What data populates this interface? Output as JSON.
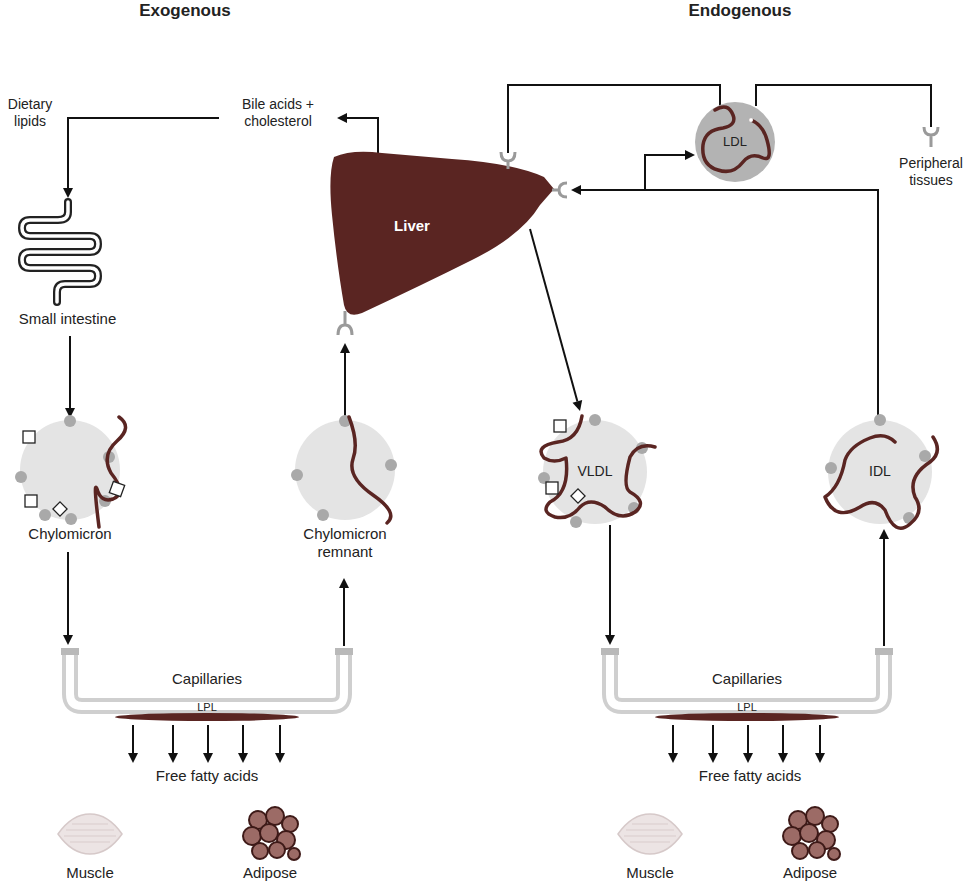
{
  "diagram": {
    "nodes": [
      {
        "text": [
          "Bile acids + cholesterol"
        ]
      },
      {
        "text": [
          "Liver"
        ]
      },
      {
        "text": [
          "LDL"
        ]
      },
      {
        "text": [
          "Peripheral tissues"
        ]
      },
      {
        "text": [
          "Small intestine"
        ]
      },
      {
        "text": [
          "Chylomicron"
        ]
      },
      {
        "text": [
          "Chylomicron remnant"
        ]
      },
      {
        "text": [
          "VLDL"
        ]
      },
      {
        "text": [
          "IDL"
        ]
      },
      {
        "text": [
          "Capillaries",
          "LPL"
        ]
      },
      {
        "text": [
          "Capillaries",
          "LPL"
        ]
      },
      {
        "text": [
          "Free fatty acids"
        ]
      },
      {
        "text": [
          "Free fatty acids"
        ]
      },
      {
        "text": [
          "Muscle"
        ]
      },
      {
        "text": [
          "Adipose"
        ]
      },
      {
        "text": [
          "Muscle"
        ]
      },
      {
        "text": [
          "Adipose"
        ]
      }
    ],
    "edges": [
      {
        "from": 1,
        "to": 0,
        "arrow": "to"
      },
      {
        "from": 0,
        "to": 4,
        "arrow": "to"
      },
      {
        "from": 4,
        "to": 5,
        "arrow": "to"
      },
      {
        "from": 5,
        "to": 9,
        "arrow": "to"
      },
      {
        "from": 9,
        "to": 6,
        "arrow": "to"
      },
      {
        "from": 6,
        "to": 1,
        "arrow": "to"
      },
      {
        "from": 9,
        "to": 11,
        "arrow": "to"
      },
      {
        "from": 1,
        "to": 7,
        "arrow": "to"
      },
      {
        "from": 7,
        "to": 10,
        "arrow": "to"
      },
      {
        "from": 10,
        "to": 8,
        "arrow": "to"
      },
      {
        "from": 8,
        "to": 1,
        "arrow": "to"
      },
      {
        "from": 8,
        "to": 2,
        "arrow": "to"
      },
      {
        "from": 2,
        "to": 1,
        "arrow": "none"
      },
      {
        "from": 2,
        "to": 3,
        "arrow": "none"
      },
      {
        "from": 10,
        "to": 12,
        "arrow": "to"
      }
    ],
    "labels": [
      "Exogenous",
      "Endogenous",
      "Dietary lipids"
    ]
  }
}
